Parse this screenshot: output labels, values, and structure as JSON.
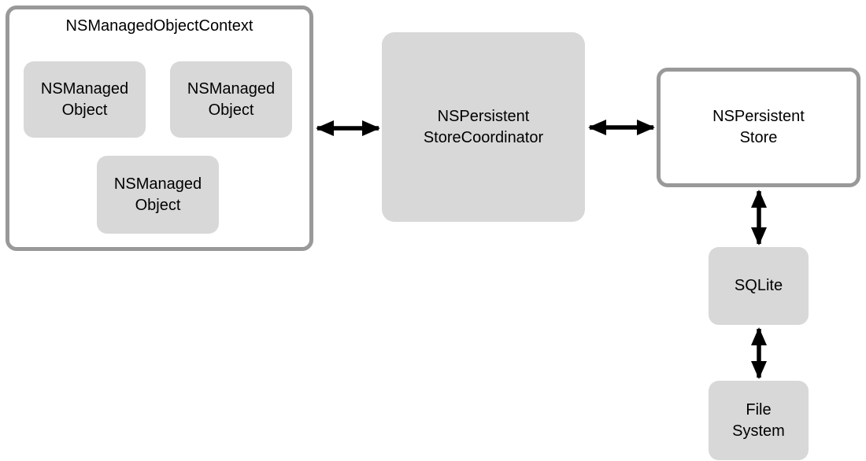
{
  "colors": {
    "background": "#ffffff",
    "box_fill": "#d8d8d8",
    "box_border": "#999999",
    "arrow": "#000000",
    "text": "#000000"
  },
  "nodes": {
    "context": {
      "label": "NSManagedObjectContext"
    },
    "managed_objects": [
      {
        "label": "NSManaged\nObject"
      },
      {
        "label": "NSManaged\nObject"
      },
      {
        "label": "NSManaged\nObject"
      }
    ],
    "coordinator": {
      "label": "NSPersistent\nStoreCoordinator"
    },
    "store": {
      "label": "NSPersistent\nStore"
    },
    "sqlite": {
      "label": "SQLite"
    },
    "file_system": {
      "label": "File\nSystem"
    }
  },
  "connections": [
    {
      "from": "NSManagedObjectContext",
      "to": "NSPersistentStoreCoordinator",
      "type": "bidirectional"
    },
    {
      "from": "NSPersistentStoreCoordinator",
      "to": "NSPersistentStore",
      "type": "bidirectional"
    },
    {
      "from": "NSPersistentStore",
      "to": "SQLite",
      "type": "bidirectional"
    },
    {
      "from": "SQLite",
      "to": "File System",
      "type": "bidirectional"
    }
  ]
}
